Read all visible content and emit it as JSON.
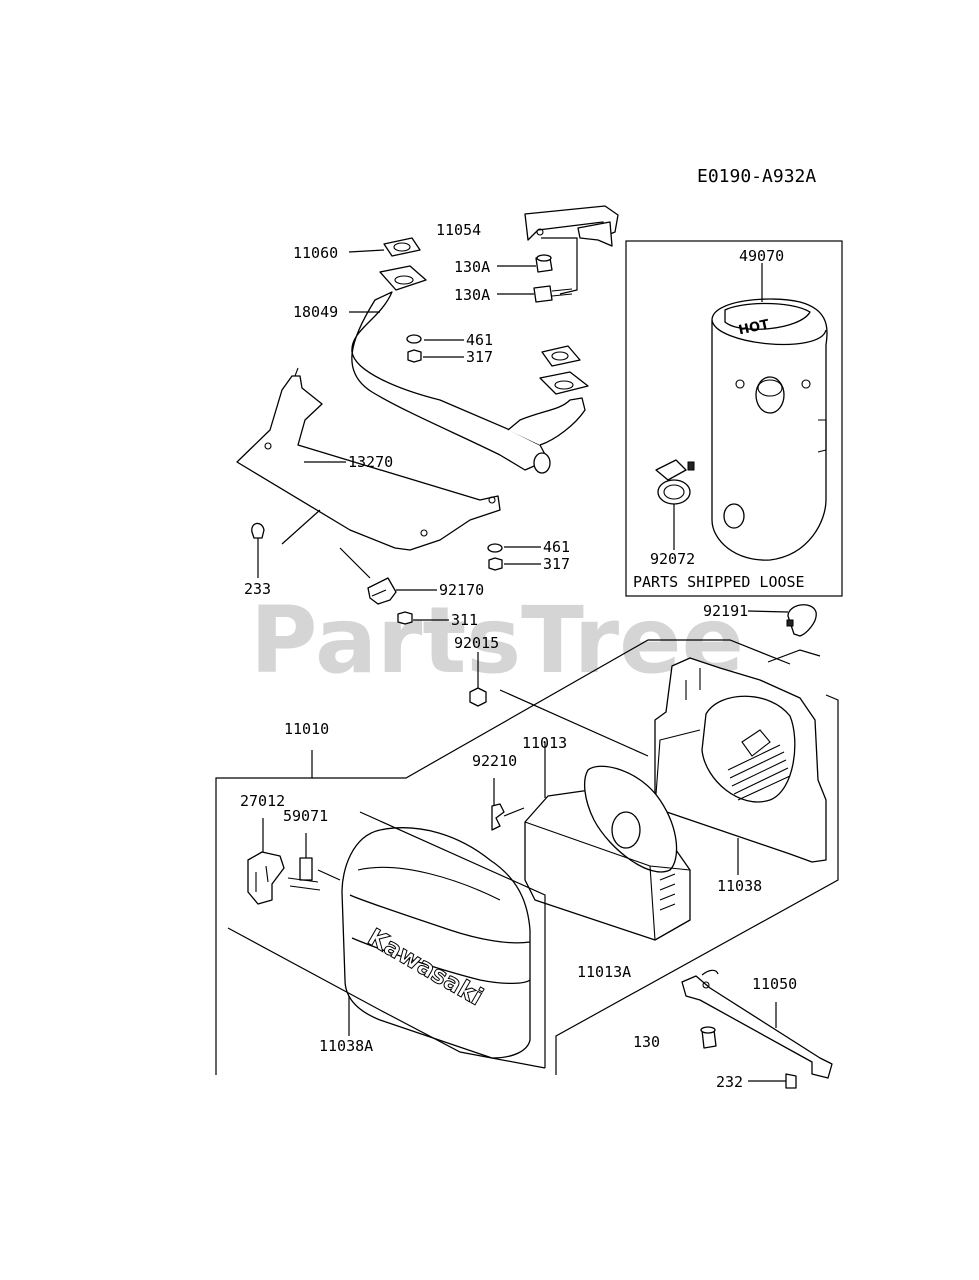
{
  "diagram": {
    "code": "E0190-A932A",
    "watermark": "PartsTree",
    "loose_box_note": "PARTS SHIPPED LOOSE",
    "embossed_brand": "Kawasaki",
    "muffler_mark": "HOT",
    "labels": {
      "p11054": "11054",
      "p11060": "11060",
      "p130A_1": "130A",
      "p130A_2": "130A",
      "p18049": "18049",
      "p461_1": "461",
      "p317_1": "317",
      "p13270": "13270",
      "p461_2": "461",
      "p317_2": "317",
      "p233": "233",
      "p92170": "92170",
      "p311": "311",
      "p92015": "92015",
      "p49070": "49070",
      "p92072": "92072",
      "p92191": "92191",
      "p11010": "11010",
      "p11013": "11013",
      "p92210": "92210",
      "p27012": "27012",
      "p59071": "59071",
      "p11038": "11038",
      "p11013A": "11013A",
      "p11050": "11050",
      "p130": "130",
      "p11038A": "11038A",
      "p232": "232"
    }
  }
}
